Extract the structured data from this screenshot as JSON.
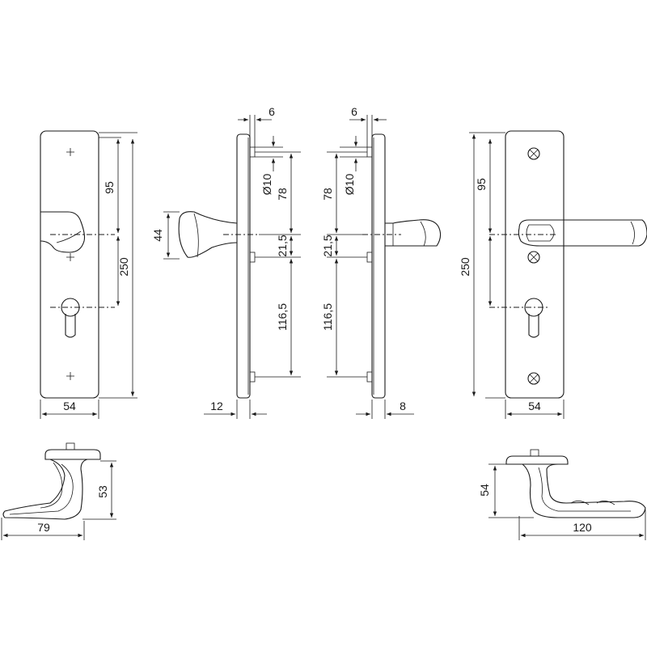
{
  "dimensions": {
    "front_width": "54",
    "front_top_to_spindle": "95",
    "front_total_height": "250",
    "pin_side_offset_top": "6",
    "hole_diameter": "Ø10",
    "hole_to_spindle": "78",
    "spindle_to_hole": "21,5",
    "hole_to_bottom_hole": "116,5",
    "knob_diameter": "44",
    "plate_depth_outer": "12",
    "plate_depth_inner": "8",
    "lever_length": "120",
    "knob_lever_length": "79",
    "knob_lever_height": "53",
    "lever_height": "54"
  }
}
